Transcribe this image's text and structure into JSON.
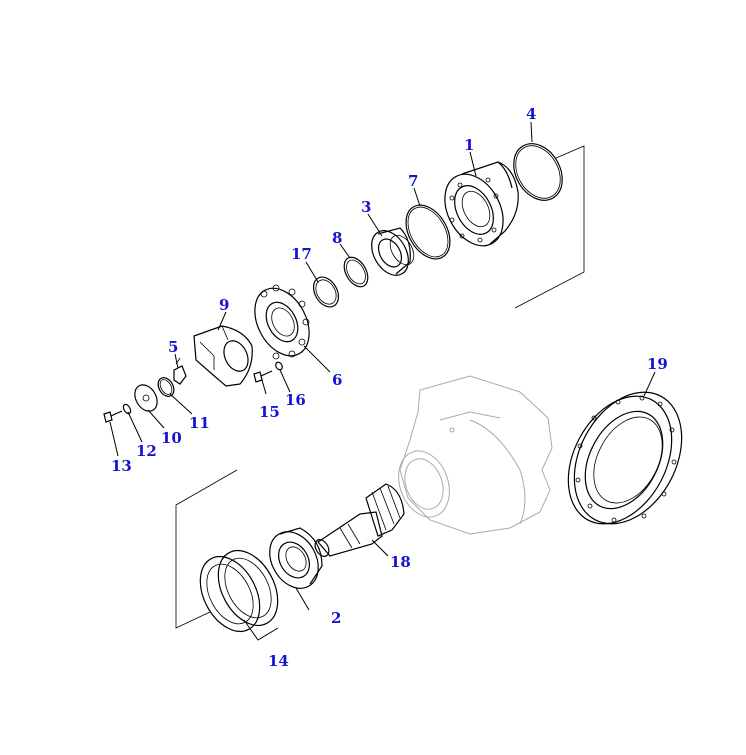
{
  "callouts": {
    "c1": "1",
    "c2": "2",
    "c3": "3",
    "c4": "4",
    "c5": "5",
    "c6": "6",
    "c7": "7",
    "c8": "8",
    "c9": "9",
    "c10": "10",
    "c11": "11",
    "c12": "12",
    "c13": "13",
    "c14": "14",
    "c15": "15",
    "c16": "16",
    "c17": "17",
    "c18": "18",
    "c19": "19"
  },
  "colors": {
    "callout": "#1414d2",
    "line": "#000000",
    "ghost": "#aaaaaa"
  }
}
